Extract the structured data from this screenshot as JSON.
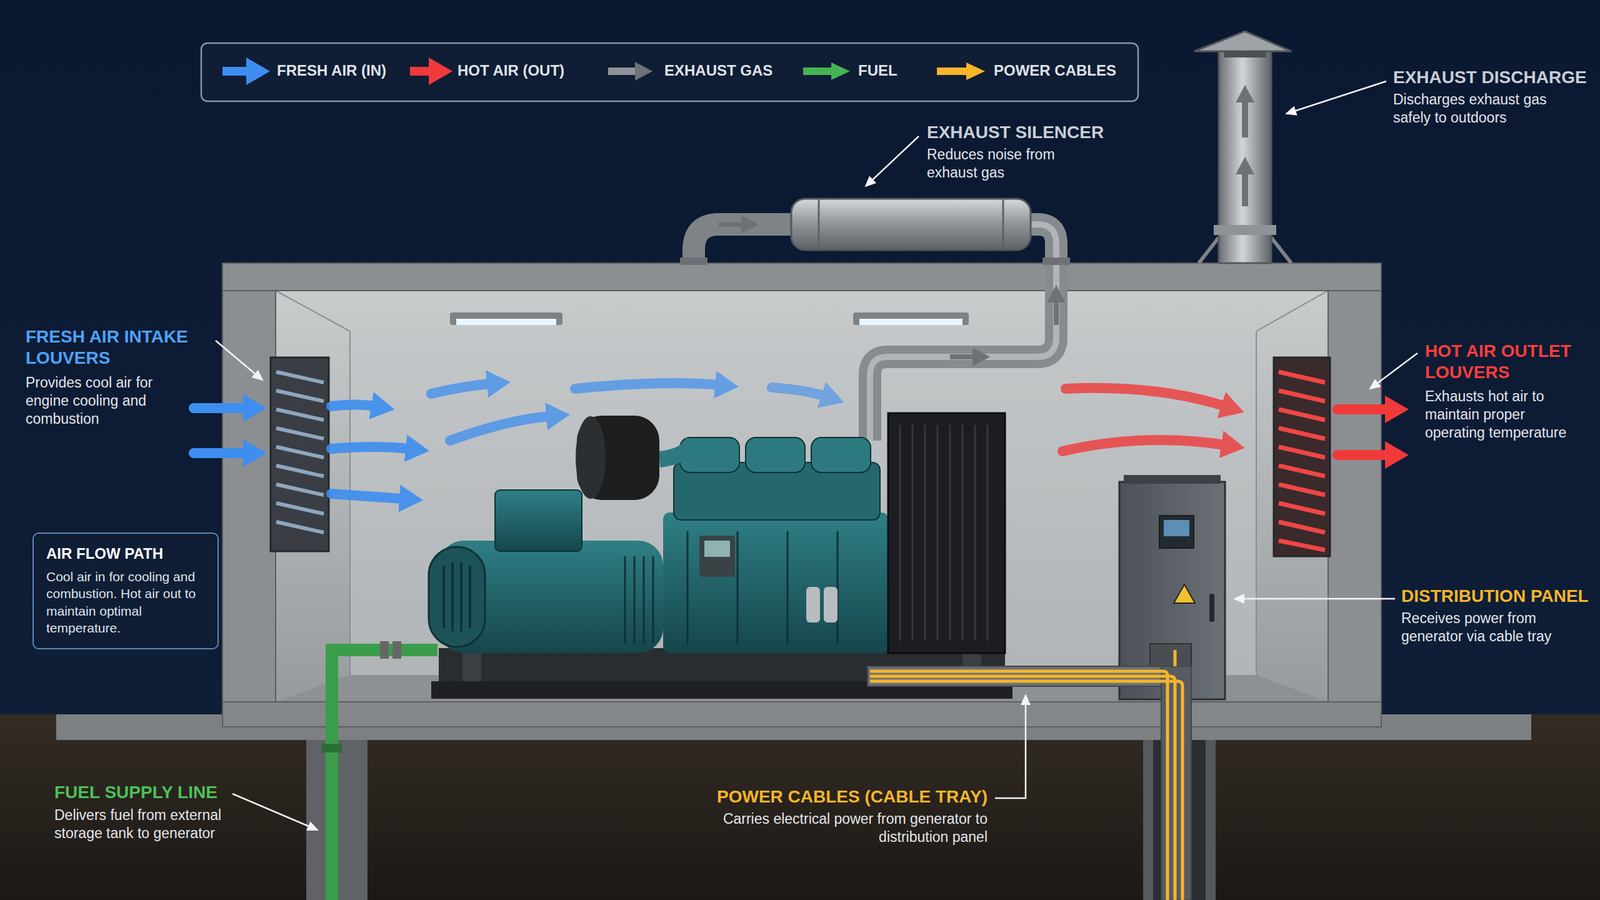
{
  "diagram": {
    "nodes": [
      {
        "text": [
          "AIR FLOW PATH",
          "Cool air in for cooling and combustion. Hot air out to maintain optimal temperature."
        ]
      }
    ],
    "labels": [
      "FRESH AIR INTAKE LOUVERS",
      "Provides cool air for engine cooling and combustion",
      "EXHAUST SILENCER",
      "Reduces noise from exhaust gas",
      "EXHAUST DISCHARGE",
      "Discharges exhaust gas safely to outdoors",
      "HOT AIR OUTLET LOUVERS",
      "Exhausts hot air to maintain proper operating temperature",
      "DISTRIBUTION PANEL",
      "Receives power from generator via cable tray",
      "FUEL SUPPLY LINE",
      "Delivers fuel from external storage tank to generator",
      "POWER CABLES (CABLE TRAY)",
      "Carries electrical power from generator to distribution panel"
    ],
    "legend": [
      {
        "text": "FRESH AIR (IN)"
      },
      {
        "text": "HOT AIR (OUT)"
      },
      {
        "text": "EXHAUST GAS"
      },
      {
        "text": "FUEL"
      },
      {
        "text": "POWER CABLES"
      }
    ]
  }
}
